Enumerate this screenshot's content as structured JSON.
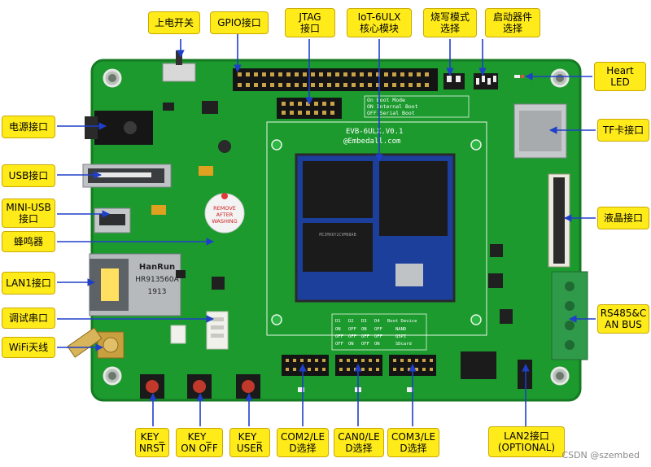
{
  "labels": {
    "power_switch": "上电开关",
    "gpio": "GPIO接口",
    "jtag": "JTAG\n接口",
    "core_module": "IoT-6ULX\n核心模块",
    "burn_mode": "烧写模式\n选择",
    "boot_device": "启动器件\n选择",
    "heart_led": "Heart\nLED",
    "power_port": "电源接口",
    "usb": "USB接口",
    "mini_usb": "MINI-USB\n接口",
    "buzzer": "蜂鸣器",
    "lan1": "LAN1接口",
    "debug_serial": "调试串口",
    "wifi": "WiFi天线",
    "tf_card": "TF卡接口",
    "lcd": "液晶接口",
    "rs485_can": "RS485&C\nAN BUS",
    "key_nrst": "KEY_\nNRST",
    "key_onoff": "KEY_\nON OFF",
    "key_user": "KEY_\nUSER",
    "com2": "COM2/LE\nD选择",
    "can0": "CAN0/LE\nD选择",
    "com3": "COM3/LE\nD选择",
    "lan2": "LAN2接口\n(OPTIONAL)"
  },
  "board": {
    "title": "EVB-6ULX.V0.1",
    "site": "@Embedall.com",
    "eth_brand": "HanRun",
    "eth_part": "HR913560A",
    "eth_code": "1913",
    "buzzer_text": "REMOVE\nAFTER\nWASHING",
    "burn_options": [
      "On  Boot Mode",
      "ON  Internal Boot",
      "OFF  Serial Boot"
    ],
    "boot_table_header": [
      "D1",
      "D2",
      "D3",
      "D4",
      "Boot Device"
    ],
    "boot_table_rows": [
      [
        "ON",
        "OFF",
        "ON",
        "OFF",
        "NAND"
      ],
      [
        "OFF",
        "OFF",
        "OFF",
        "OFF",
        "QSPI"
      ],
      [
        "OFF",
        "ON",
        "OFF",
        "ON",
        "SDcard"
      ]
    ],
    "chip_mark": "MCIMX6Y2CVM08AB"
  },
  "watermark": "CSDN @szembed",
  "colors": {
    "pcb": "#1c9a2e",
    "pcb_edge": "#157a22",
    "label_bg": "#ffeb1a",
    "arrow": "#1f3fc8",
    "module": "#1d3f9c"
  }
}
